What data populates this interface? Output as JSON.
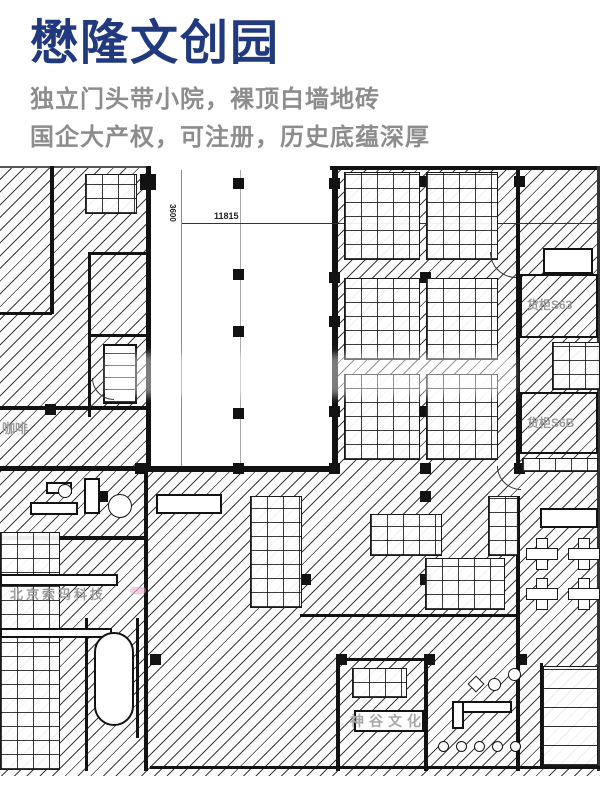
{
  "header": {
    "title": "懋隆文创园",
    "subtitle_line1": "独立门头带小院，裸顶白墙地砖",
    "subtitle_line2": "国企大产权，可注册，历史底蕴深厚"
  },
  "colors": {
    "title_blue": "#21397e",
    "subtitle_gray": "#8d8d8d",
    "plan_line": "#121212",
    "label_gray": "#9b9b9b"
  },
  "plan": {
    "dim_width": "11815",
    "dim_height": "3600",
    "labels": {
      "coffee_room": "咖啡",
      "company_beijing": "北京索玛科技",
      "company_shengu": "神谷文化",
      "unit_s63": "货柜S63",
      "unit_s6b": "货柜S6B"
    }
  }
}
